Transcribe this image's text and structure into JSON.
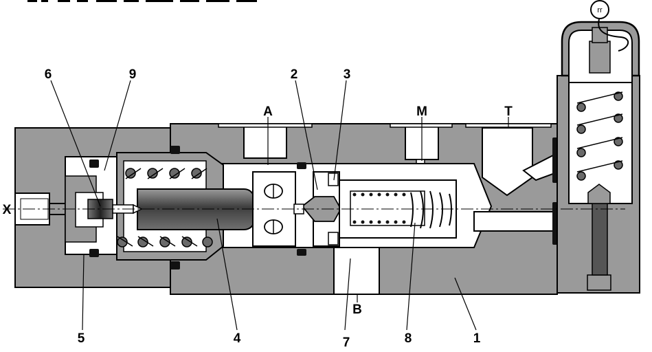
{
  "diagram": {
    "part_labels": {
      "p1": "1",
      "p2": "2",
      "p3": "3",
      "p4": "4",
      "p5": "5",
      "p6": "6",
      "p7": "7",
      "p8": "8",
      "p9": "9"
    },
    "port_labels": {
      "A": "A",
      "B": "B",
      "M": "M",
      "T": "T",
      "X": "X"
    },
    "gauge_symbol": "rr",
    "colors": {
      "body": "#9a9a9a",
      "bore": "#ffffff",
      "spool": "#5a5a5a",
      "seal": "#111111",
      "line": "#000000"
    }
  }
}
